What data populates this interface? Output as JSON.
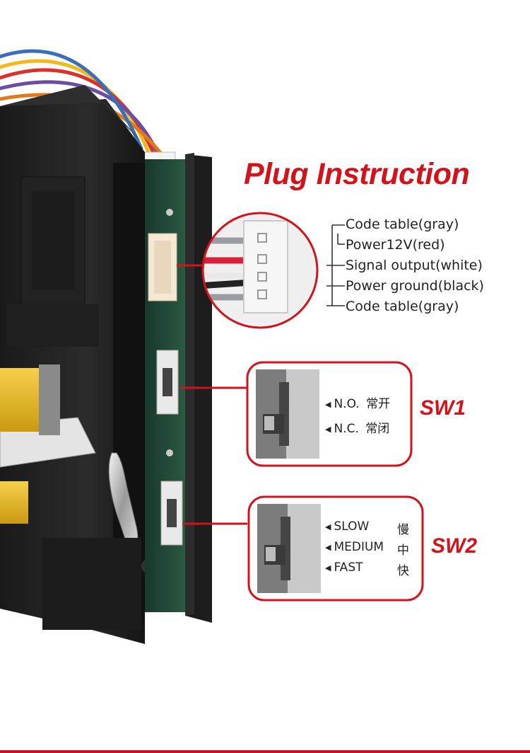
{
  "title": "Plug Instruction",
  "plug": {
    "pins": [
      "Code table(gray)",
      "Power12V(red)",
      "Signal output(white)",
      "Power ground(black)",
      "Code table(gray)"
    ]
  },
  "sw1": {
    "label": "SW1",
    "options": [
      {
        "code": "N.O.",
        "cn": "常开"
      },
      {
        "code": "N.C.",
        "cn": "常闭"
      }
    ]
  },
  "sw2": {
    "label": "SW2",
    "options": [
      {
        "code": "SLOW",
        "cn": "慢"
      },
      {
        "code": "MEDIUM",
        "cn": "中"
      },
      {
        "code": "FAST",
        "cn": "快"
      }
    ]
  },
  "colors": {
    "accent": "#d1141b",
    "wire_red": "#d81f3b",
    "wire_gray": "#9b9ba3",
    "wire_black": "#222222",
    "pcb_green": "#1f4a38"
  }
}
